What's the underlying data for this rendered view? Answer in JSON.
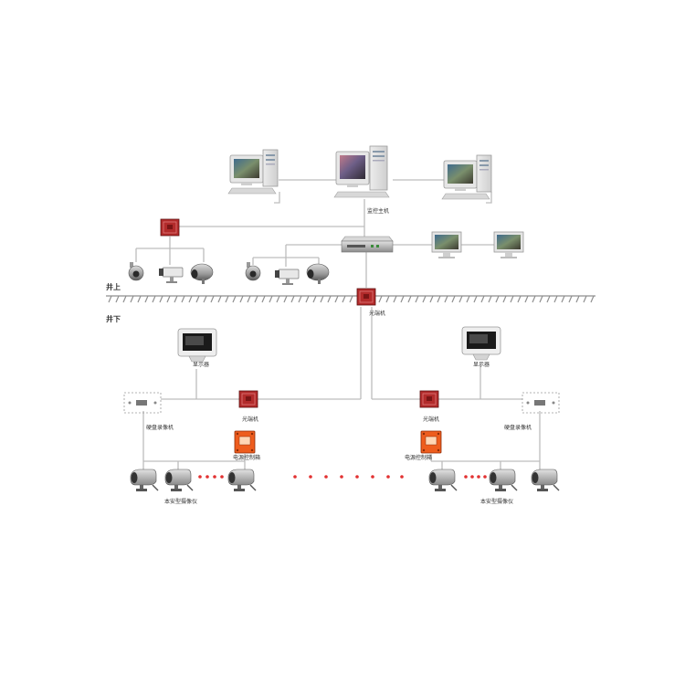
{
  "labels": {
    "monitor_host": "监控主机",
    "above_ground": "井上",
    "below_ground": "井下",
    "optical_transceiver": "光端机",
    "display": "显示器",
    "hard_disk_recorder": "硬盘录像机",
    "power_control_box": "电源控制箱",
    "explosion_proof_camera": "本安型摄像仪"
  },
  "colors": {
    "line": "#bdbdbd",
    "red_device": "#b22b2b",
    "orange_device": "#ee5d1e",
    "dots": "#e23131"
  },
  "icons": [
    "desktop-computer-icon",
    "server-tower-icon",
    "network-switch-icon",
    "lcd-monitor-icon",
    "crt-display-icon",
    "dome-camera-icon",
    "box-camera-icon",
    "bullet-camera-icon",
    "optical-transceiver-icon",
    "dvr-icon",
    "power-box-icon",
    "mine-camera-icon"
  ]
}
